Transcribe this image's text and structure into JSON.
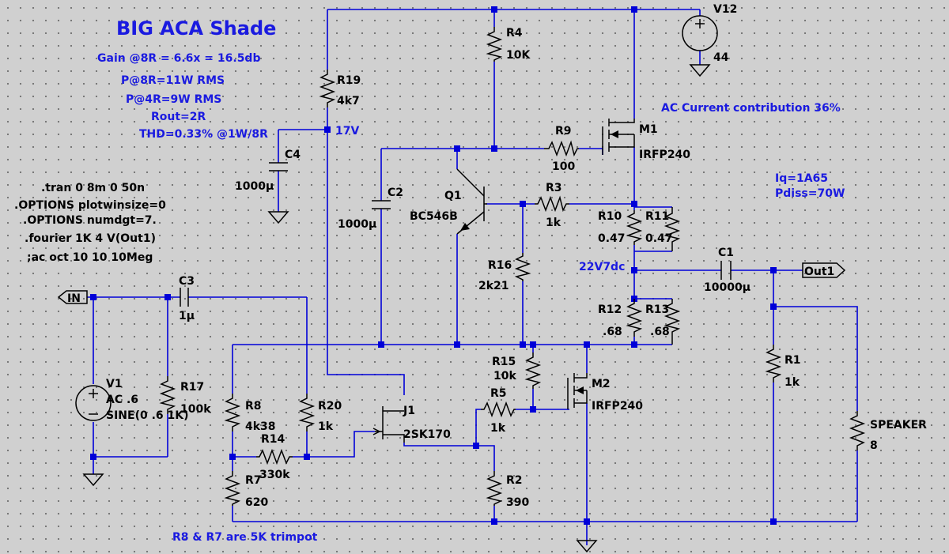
{
  "title": "BIG ACA Shade",
  "notes": {
    "gain": "Gain @8R = 6.6x = 16.5db",
    "p8": "P@8R=11W RMS",
    "p4": "P@4R=9W RMS",
    "rout": "Rout=2R",
    "thd": "THD=0.33% @1W/8R",
    "ac_contribution": "AC Current contribution 36%",
    "iq": "Iq=1A65",
    "pdiss": "Pdiss=70W",
    "v17": "17V",
    "v22": "22V7dc",
    "trimpot": "R8 & R7 are 5K trimpot"
  },
  "directives": [
    ".tran 0 8m 0 50n",
    ".OPTIONS plotwinsize=0",
    ".OPTIONS numdgt=7.",
    ".fourier 1K 4 V(Out1)",
    ";ac oct 10 10 10Meg"
  ],
  "components": {
    "v12": {
      "name": "V12",
      "value": "44"
    },
    "v1": {
      "name": "V1",
      "value": "AC .6",
      "value2": "SINE(0 .6 1K)"
    },
    "r4": {
      "name": "R4",
      "value": "10K"
    },
    "r19": {
      "name": "R19",
      "value": "4k7"
    },
    "c4": {
      "name": "C4",
      "value": "1000µ"
    },
    "c2": {
      "name": "C2",
      "value": "1000µ"
    },
    "q1": {
      "name": "Q1",
      "value": "BC546B"
    },
    "r9": {
      "name": "R9",
      "value": "100"
    },
    "m1": {
      "name": "M1",
      "value": "IRFP240"
    },
    "r3": {
      "name": "R3",
      "value": "1k"
    },
    "r10": {
      "name": "R10",
      "value": "0.47"
    },
    "r11": {
      "name": "R11",
      "value": "0.47"
    },
    "r16": {
      "name": "R16",
      "value": "2k21"
    },
    "c1": {
      "name": "C1",
      "value": "10000µ"
    },
    "out": {
      "name": "Out1"
    },
    "in": {
      "name": "IN"
    },
    "c3": {
      "name": "C3",
      "value": "1µ"
    },
    "r12": {
      "name": "R12",
      "value": ".68"
    },
    "r13": {
      "name": "R13",
      "value": ".68"
    },
    "r15": {
      "name": "R15",
      "value": "10k"
    },
    "m2": {
      "name": "M2",
      "value": "IRFP240"
    },
    "r5": {
      "name": "R5",
      "value": "1k"
    },
    "r1": {
      "name": "R1",
      "value": "1k"
    },
    "r17": {
      "name": "R17",
      "value": "100k"
    },
    "r8": {
      "name": "R8",
      "value": "4k38"
    },
    "r20": {
      "name": "R20",
      "value": "1k"
    },
    "j1": {
      "name": "J1",
      "value": "2SK170"
    },
    "r14": {
      "name": "R14",
      "value": "330k"
    },
    "r7": {
      "name": "R7",
      "value": "620"
    },
    "r2": {
      "name": "R2",
      "value": "390"
    },
    "speaker": {
      "name": "SPEAKER",
      "value": "8"
    }
  },
  "colors": {
    "background": "#d0d0d0",
    "wire": "#0000d8",
    "note_text": "#1a1ae0",
    "component": "#000000"
  }
}
